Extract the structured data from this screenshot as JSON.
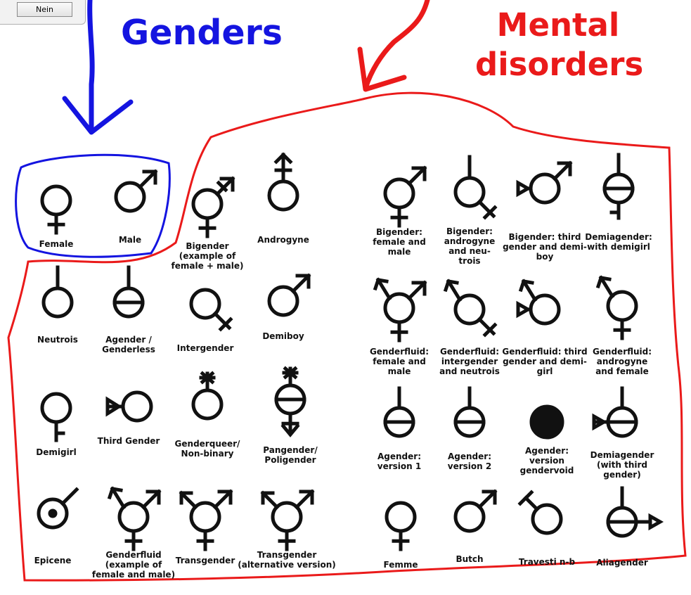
{
  "dialog": {
    "no_button": "Nein"
  },
  "headings": {
    "genders": "Genders",
    "mental_disorders": "Mental\ndisorders"
  },
  "colors": {
    "blue": "#1414e0",
    "red": "#ea1a1a",
    "symbol": "#111111"
  },
  "symbols": [
    {
      "id": "female",
      "label": "Female",
      "icon": "female-icon"
    },
    {
      "id": "male",
      "label": "Male",
      "icon": "male-icon"
    },
    {
      "id": "bigender",
      "label": "Bigender\n(example of\nfemale + male)",
      "icon": "bigender-icon"
    },
    {
      "id": "androgyne",
      "label": "Androgyne",
      "icon": "androgyne-icon"
    },
    {
      "id": "bigender-fm",
      "label": "Bigender:\nfemale and\nmale",
      "icon": "bigender-female-male-icon"
    },
    {
      "id": "bigender-an",
      "label": "Bigender:\nandrogyne\nand neu-\ntrois",
      "icon": "bigender-androgyne-neutrois-icon"
    },
    {
      "id": "bigender-tg",
      "label": "Bigender: third\ngender and demi-\nboy",
      "icon": "bigender-third-demiboy-icon"
    },
    {
      "id": "demiagender-dg",
      "label": "Demiagender:\nwith demigirl",
      "icon": "demiagender-demigirl-icon"
    },
    {
      "id": "neutrois",
      "label": "Neutrois",
      "icon": "neutrois-icon"
    },
    {
      "id": "agender",
      "label": "Agender /\nGenderless",
      "icon": "agender-icon"
    },
    {
      "id": "intergender",
      "label": "Intergender",
      "icon": "intergender-icon"
    },
    {
      "id": "demiboy",
      "label": "Demiboy",
      "icon": "demiboy-icon"
    },
    {
      "id": "gf-fm",
      "label": "Genderfluid:\nfemale and\nmale",
      "icon": "genderfluid-female-male-icon"
    },
    {
      "id": "gf-in",
      "label": "Genderfluid:\nintergender\nand neutrois",
      "icon": "genderfluid-intergender-neutrois-icon"
    },
    {
      "id": "gf-tg",
      "label": "Genderfluid: third\ngender and demi-\ngirl",
      "icon": "genderfluid-third-demigirl-icon"
    },
    {
      "id": "gf-af",
      "label": "Genderfluid:\nandrogyne\nand female",
      "icon": "genderfluid-androgyne-female-icon"
    },
    {
      "id": "demigirl",
      "label": "Demigirl",
      "icon": "demigirl-icon"
    },
    {
      "id": "third-gender",
      "label": "Third Gender",
      "icon": "third-gender-icon"
    },
    {
      "id": "genderqueer",
      "label": "Genderqueer/\nNon-binary",
      "icon": "genderqueer-icon"
    },
    {
      "id": "pangender",
      "label": "Pangender/\nPoligender",
      "icon": "pangender-icon"
    },
    {
      "id": "agender-v1",
      "label": "Agender:\nversion 1",
      "icon": "agender-v1-icon"
    },
    {
      "id": "agender-v2",
      "label": "Agender:\nversion 2",
      "icon": "agender-v2-icon"
    },
    {
      "id": "gendervoid",
      "label": "Agender:\nversion\ngendervoid",
      "icon": "gendervoid-icon"
    },
    {
      "id": "demiagender-tg",
      "label": "Demiagender\n(with third\ngender)",
      "icon": "demiagender-third-icon"
    },
    {
      "id": "epicene",
      "label": "Epicene",
      "icon": "epicene-icon"
    },
    {
      "id": "genderfluid",
      "label": "Genderfluid\n(example of\nfemale and male)",
      "icon": "genderfluid-icon"
    },
    {
      "id": "transgender",
      "label": "Transgender",
      "icon": "transgender-icon"
    },
    {
      "id": "transgender-alt",
      "label": "Transgender\n(alternative version)",
      "icon": "transgender-alt-icon"
    },
    {
      "id": "femme",
      "label": "Femme",
      "icon": "femme-icon"
    },
    {
      "id": "butch",
      "label": "Butch",
      "icon": "butch-icon"
    },
    {
      "id": "travesti",
      "label": "Travesti n-b",
      "icon": "travesti-icon"
    },
    {
      "id": "aliagender",
      "label": "Aliagender",
      "icon": "aliagender-icon"
    }
  ]
}
